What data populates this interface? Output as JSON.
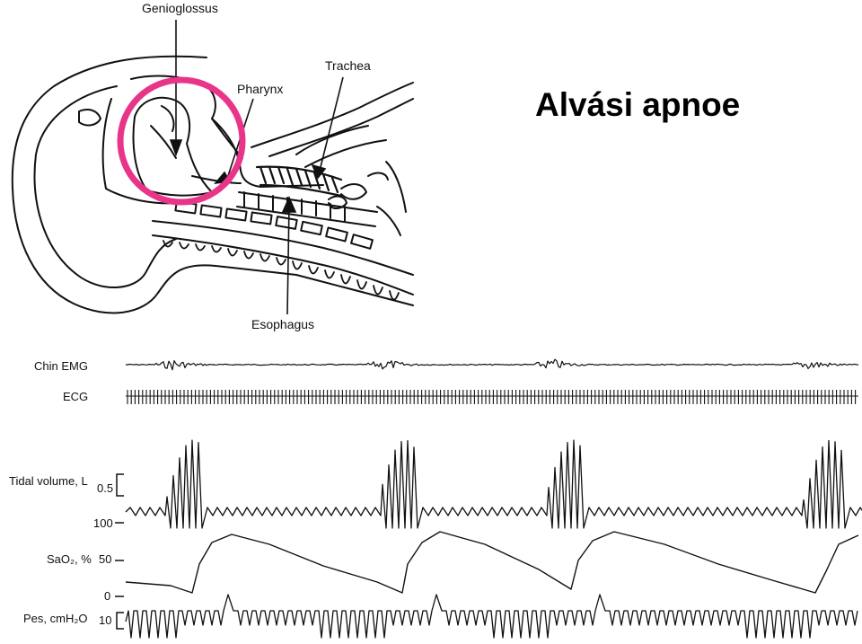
{
  "slide": {
    "title": "Alvási apnoe"
  },
  "anatomy": {
    "labels": {
      "genioglossus": "Genioglossus",
      "pharynx": "Pharynx",
      "trachea": "Trachea",
      "esophagus": "Esophagus"
    },
    "highlight_color": "#e8358a"
  },
  "recording": {
    "channels": {
      "chin_emg": "Chin EMG",
      "ecg": "ECG",
      "tidal_volume": "Tidal volume, L",
      "sao2": "SaO₂, %",
      "pes": "Pes, cmH₂O"
    },
    "scales": {
      "tidal_volume": "0.5",
      "sao2_top": "100",
      "sao2_mid": "50",
      "sao2_bottom": "0",
      "pes": "10"
    }
  }
}
